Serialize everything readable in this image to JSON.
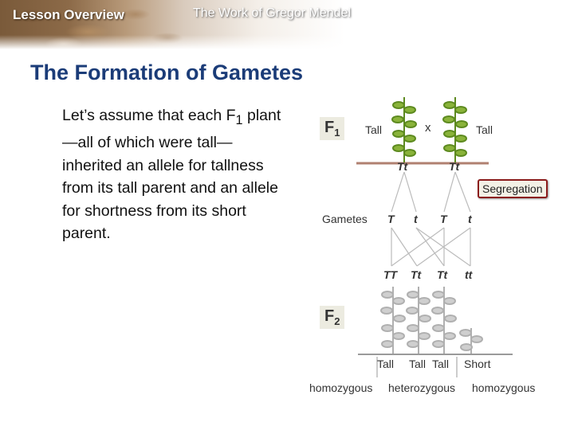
{
  "header": {
    "lesson_label": "Lesson Overview",
    "unit_title": "The Work of Gregor Mendel"
  },
  "slide": {
    "title": "The Formation of Gametes",
    "body_pre": "Let’s assume that each F",
    "body_sub": "1",
    "body_post": " plant—all of which were tall—inherited an allele for tallness from its tall parent and an allele for shortness from its short parent."
  },
  "diagram": {
    "f1_label": "F",
    "f1_sub": "1",
    "f2_label": "F",
    "f2_sub": "2",
    "parent_left_label": "Tall",
    "cross_symbol": "x",
    "parent_right_label": "Tall",
    "parent_left_genotype": "Tt",
    "parent_right_genotype": "Tt",
    "segregation_label": "Segregation",
    "gametes_label": "Gametes",
    "gametes": [
      "T",
      "t",
      "T",
      "t"
    ],
    "offspring_genotypes": [
      "TT",
      "Tt",
      "Tt",
      "tt"
    ],
    "phenotype_labels": [
      "Tall",
      "Tall",
      "Tall",
      "Short"
    ],
    "zygosity_labels": [
      "homozygous",
      "heterozygous",
      "homozygous"
    ],
    "colors": {
      "plant_green": "#8ab33a",
      "plant_gray": "#c8c8c8",
      "soil": "#b08070",
      "segregation_border": "#8b1b1b"
    }
  }
}
